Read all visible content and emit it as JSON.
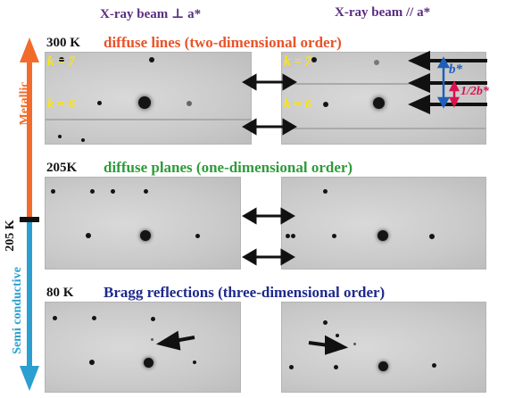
{
  "headers": {
    "left": "X-ray beam ⊥ a*",
    "right": "X-ray beam // a*"
  },
  "rows": [
    {
      "temp": "300 K",
      "title": "diffuse lines (two-dimensional order)",
      "title_color": "#e8542a"
    },
    {
      "temp": "205K",
      "title": "diffuse planes (one-dimensional order)",
      "title_color": "#2e9c3a"
    },
    {
      "temp": "80 K",
      "title": "Bragg reflections (three-dimensional order)",
      "title_color": "#1f2a8c"
    }
  ],
  "k_labels": [
    "k = 7",
    "k = 6"
  ],
  "annotations": {
    "bstar": "b*",
    "half_bstar": "1/2b*"
  },
  "side_axis": {
    "metallic": "Metallic",
    "semiconductive": "Semi conductive",
    "transition": "205 K",
    "metallic_color": "#f26b2b",
    "semiconductive_color": "#2a9fd0"
  },
  "colors": {
    "yellow_label": "#ffe600",
    "blue_arrow": "#1f5fb8",
    "red_arrow": "#d8134f"
  }
}
